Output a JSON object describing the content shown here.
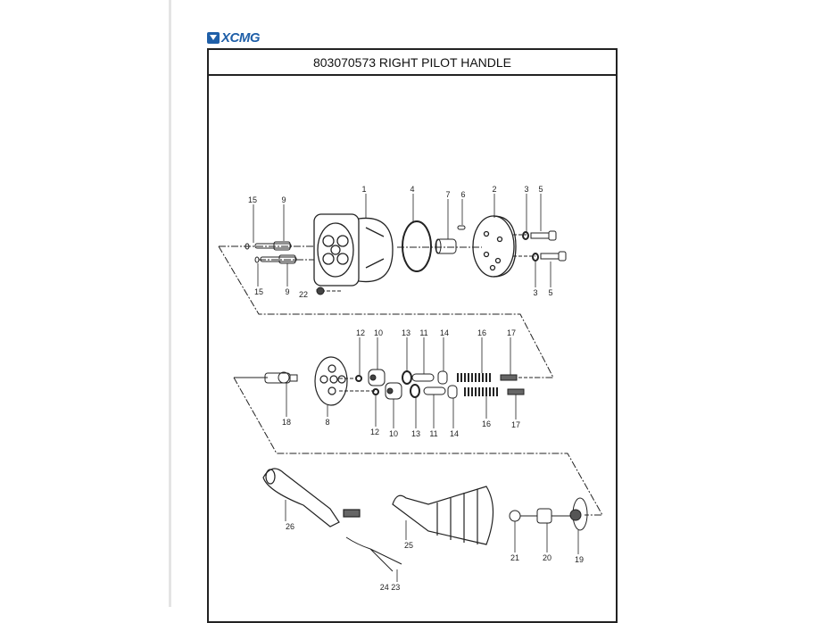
{
  "brand": {
    "logo_text": "XCMG",
    "color": "#1f5fa8"
  },
  "sheet": {
    "title": "803070573 RIGHT PILOT HANDLE"
  },
  "diagram": {
    "callouts": [
      "15",
      "9",
      "1",
      "4",
      "7",
      "6",
      "2",
      "3",
      "5",
      "15",
      "9",
      "22",
      "3",
      "5",
      "12",
      "10",
      "13",
      "11",
      "14",
      "16",
      "17",
      "18",
      "8",
      "12",
      "10",
      "13",
      "11",
      "14",
      "16",
      "17",
      "26",
      "25",
      "21",
      "20",
      "19",
      "24 23"
    ]
  }
}
